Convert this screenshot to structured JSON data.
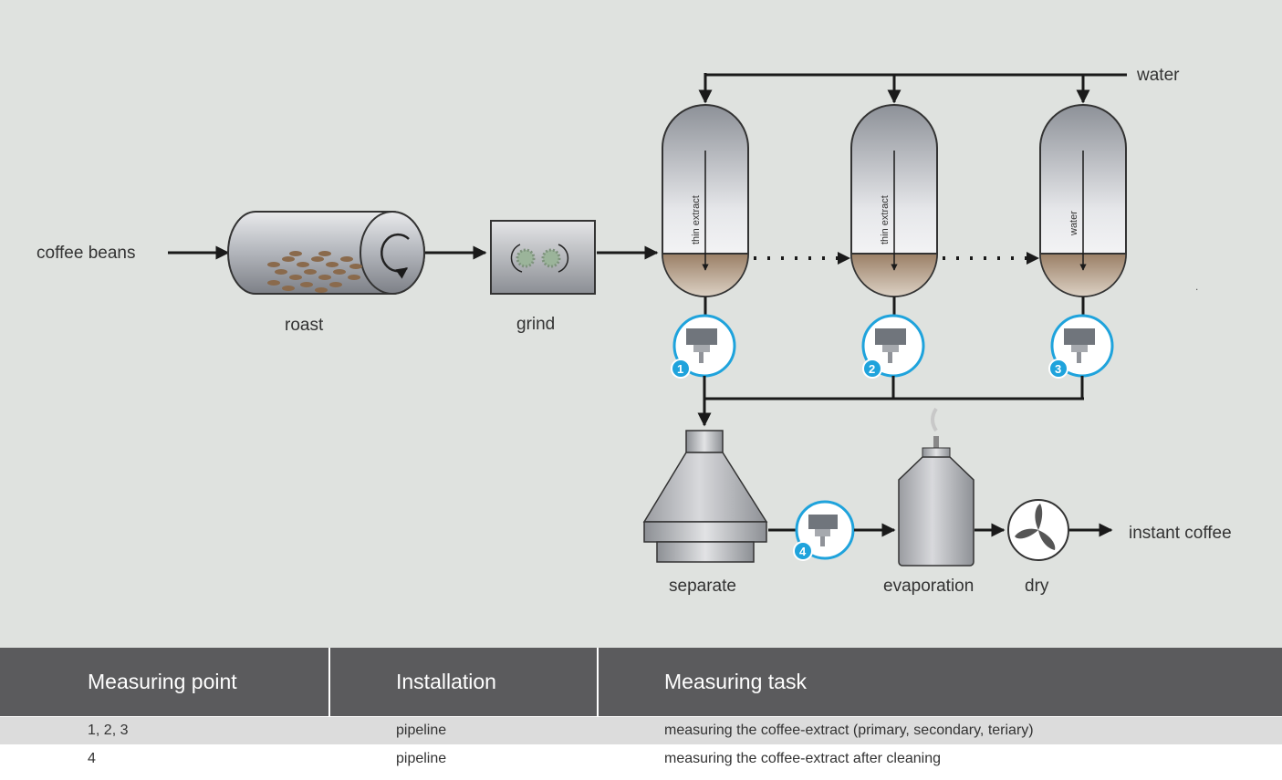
{
  "diagram": {
    "background": "#dfe2df",
    "labels": {
      "coffee_beans": "coffee beans",
      "roast": "roast",
      "grind": "grind",
      "water_top": "water",
      "tank1": "thin extract",
      "tank2": "thin extract",
      "tank3": "water",
      "separate": "separate",
      "evaporation": "evaporation",
      "dry": "dry",
      "instant_coffee": "instant coffee"
    },
    "measuring_points": [
      "1",
      "2",
      "3",
      "4"
    ],
    "colors": {
      "accent": "#1fa3dc",
      "line": "#1a1a1a"
    }
  },
  "table": {
    "headers": [
      "Measuring point",
      "Installation",
      "Measuring task"
    ],
    "rows": [
      [
        "1, 2, 3",
        "pipeline",
        "measuring the coffee-extract (primary, secondary, teriary)"
      ],
      [
        "4",
        "pipeline",
        "measuring the coffee-extract after cleaning"
      ]
    ]
  }
}
